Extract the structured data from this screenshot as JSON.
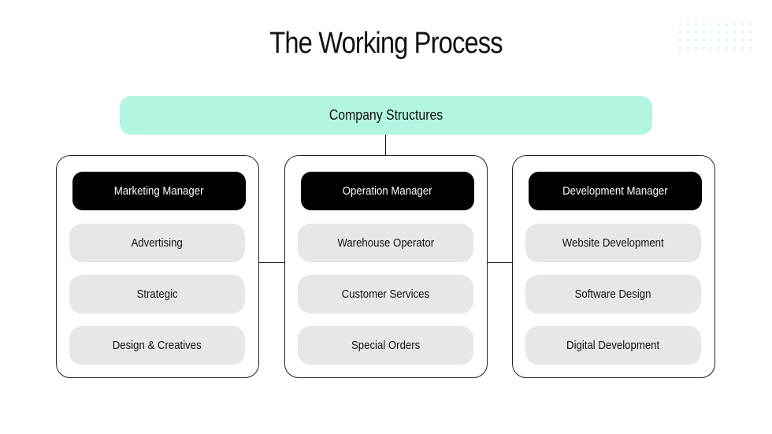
{
  "title": "The Working Process",
  "root": "Company Structures",
  "columns": [
    {
      "head": "Marketing Manager",
      "items": [
        "Advertising",
        "Strategic",
        "Design & Creatives"
      ]
    },
    {
      "head": "Operation Manager",
      "items": [
        "Warehouse Operator",
        "Customer Services",
        "Special Orders"
      ]
    },
    {
      "head": "Development Manager",
      "items": [
        "Website Development",
        "Software Design",
        "Digital Development"
      ]
    }
  ],
  "colors": {
    "accent": "#b3f5e3",
    "head_bg": "#000000",
    "pill_bg": "#e6e7e7"
  }
}
